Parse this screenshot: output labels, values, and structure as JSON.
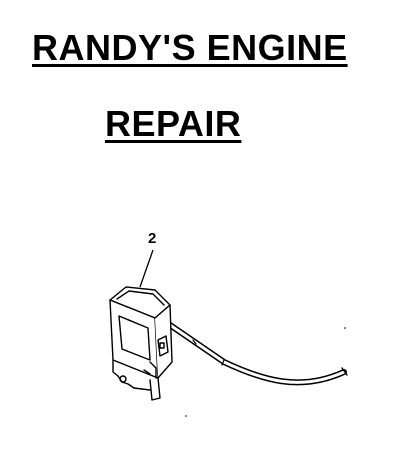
{
  "header": {
    "line1": "RANDY'S ENGINE",
    "line2": "REPAIR"
  },
  "diagram": {
    "callout_number": "2",
    "part_icon": "ignition-coil-icon",
    "line_color": "#000000"
  }
}
